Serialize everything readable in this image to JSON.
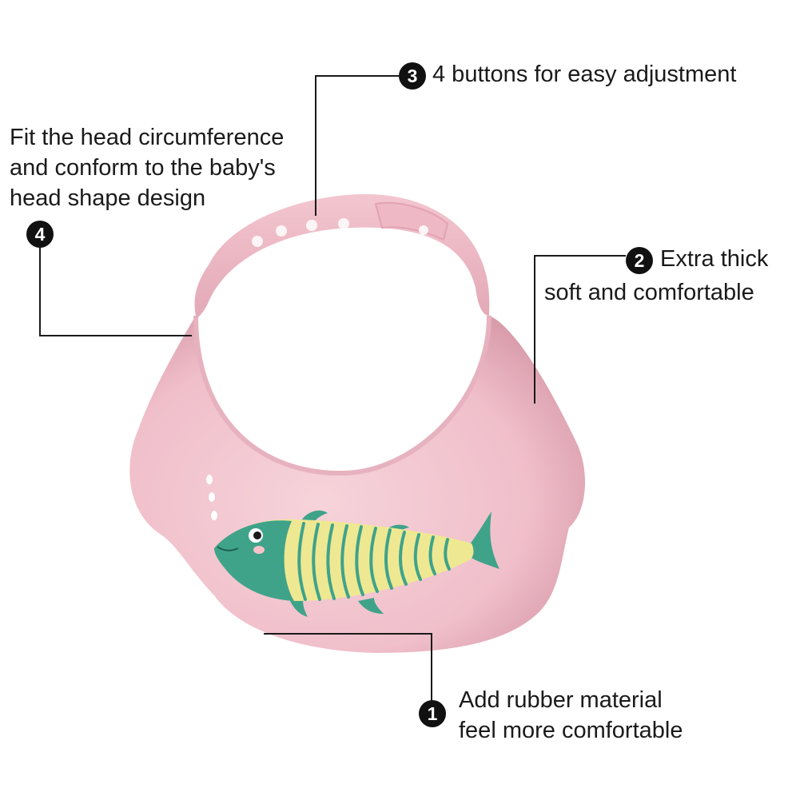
{
  "colors": {
    "visor_pink": "#f3c6cf",
    "visor_shadow": "#d99cab",
    "fish_green": "#3fa38a",
    "fish_yellow": "#efe892",
    "leader_line": "#1a1a1a",
    "badge_fill": "#111111"
  },
  "callouts": {
    "c3": {
      "number": "3",
      "lines": [
        "4 buttons for easy adjustment"
      ]
    },
    "c4": {
      "number": "4",
      "lines": [
        "Fit the head circumference",
        "and conform to the baby's",
        "head shape design"
      ]
    },
    "c2": {
      "number": "2",
      "lines": [
        "Extra thick",
        "soft and comfortable"
      ]
    },
    "c1": {
      "number": "1",
      "lines": [
        "Add rubber material",
        "feel more comfortable"
      ]
    }
  },
  "product": {
    "item": "baby-shower-visor-icon",
    "motif": "fish-icon"
  }
}
